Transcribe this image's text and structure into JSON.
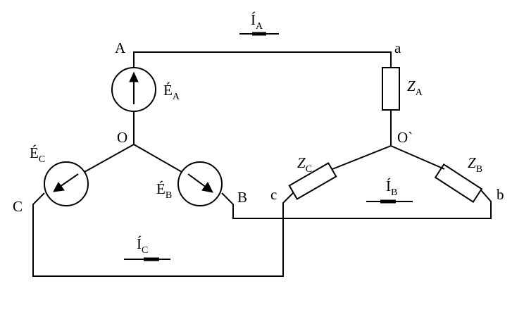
{
  "nodes": {
    "A": "A",
    "B": "B",
    "C": "C",
    "O": "O",
    "a": "a",
    "b": "b",
    "c": "c",
    "O_prime": "O`"
  },
  "sources": {
    "EA": {
      "main": "É",
      "sub": "A"
    },
    "EB": {
      "main": "É",
      "sub": "B"
    },
    "EC": {
      "main": "É",
      "sub": "C"
    }
  },
  "impedances": {
    "ZA": {
      "main": "Z",
      "sub": "A"
    },
    "ZB": {
      "main": "Z",
      "sub": "B"
    },
    "ZC": {
      "main": "Z",
      "sub": "C"
    }
  },
  "currents": {
    "IA": {
      "main": "Í",
      "sub": "A"
    },
    "IB": {
      "main": "Í",
      "sub": "B"
    },
    "IC": {
      "main": "Í",
      "sub": "C"
    }
  }
}
